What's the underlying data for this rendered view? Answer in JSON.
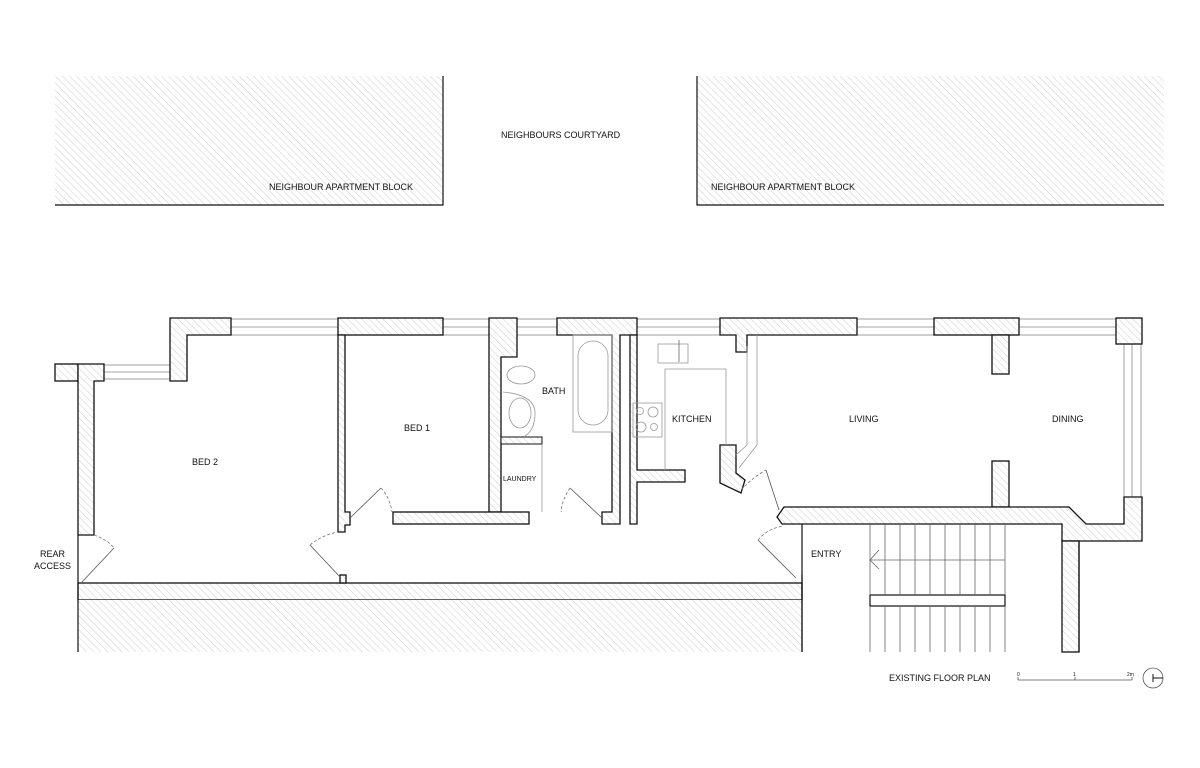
{
  "drawing": {
    "title": "EXISTING FLOOR PLAN",
    "scale_bar": {
      "ticks": [
        "0",
        "1",
        "2m"
      ]
    },
    "north_symbol": "north-arrow-icon"
  },
  "context": {
    "neighbour_left": "NEIGHBOUR APARTMENT BLOCK",
    "neighbour_right": "NEIGHBOUR APARTMENT BLOCK",
    "courtyard": "NEIGHBOURS COURTYARD"
  },
  "rooms": {
    "bed2": "BED 2",
    "bed1": "BED 1",
    "bath": "BATH",
    "laundry": "LAUNDRY",
    "kitchen": "KITCHEN",
    "living": "LIVING",
    "dining": "DINING",
    "entry": "ENTRY",
    "rear_access_line1": "REAR",
    "rear_access_line2": "ACCESS"
  },
  "colors": {
    "line": "#111111",
    "hatch": "#d8d8d8",
    "background": "#ffffff"
  }
}
